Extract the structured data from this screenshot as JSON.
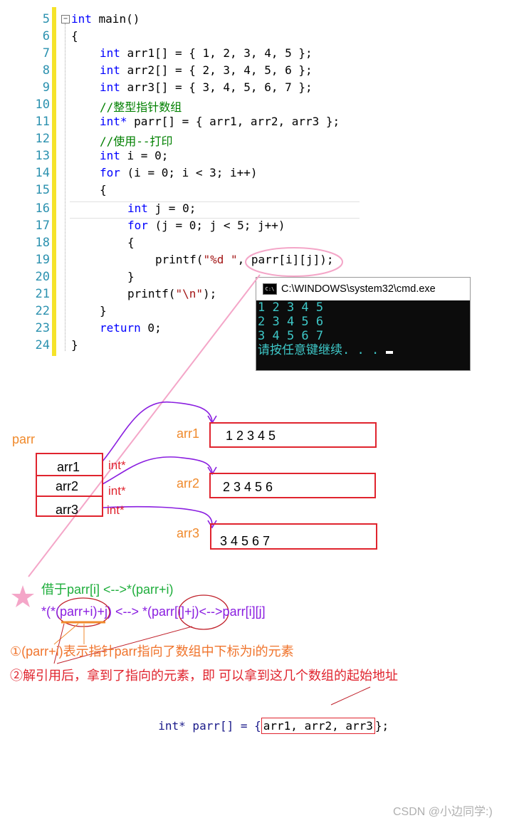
{
  "editor": {
    "line_numbers": [
      "5",
      "6",
      "7",
      "8",
      "9",
      "10",
      "11",
      "12",
      "13",
      "14",
      "15",
      "16",
      "17",
      "18",
      "19",
      "20",
      "21",
      "22",
      "23",
      "24"
    ],
    "collapse_glyph": "−",
    "tokens": {
      "int": "int",
      "main_sig": " main()",
      "open": "{",
      "close": "}",
      "arr1_decl": " arr1[] = { 1, 2, 3, 4, 5 };",
      "arr2_decl": " arr2[] = { 2, 3, 4, 5, 6 };",
      "arr3_decl": " arr3[] = { 3, 4, 5, 6, 7 };",
      "comment1": "//整型指针数组",
      "parr_type": "int*",
      "parr_decl": " parr[] = { arr1, arr2, arr3 };",
      "comment2": "//使用--打印",
      "i_decl": " i = 0;",
      "for": "for",
      "for_i": " (i = 0; i < 3; i++)",
      "j_decl": " j = 0;",
      "for_j": " (j = 0; j < 5; j++)",
      "printf1_a": "printf(",
      "printf1_str": "\"%d \"",
      "printf1_b": ", parr[i][j]);",
      "printf2_a": "printf(",
      "printf2_str": "\"\\n\"",
      "printf2_b": ");",
      "return": "return",
      "return_val": " 0;"
    }
  },
  "cmd": {
    "icon": "C:\\",
    "title": "C:\\WINDOWS\\system32\\cmd.exe",
    "lines": [
      "1 2 3 4 5",
      "2 3 4 5 6",
      "3 4 5 6 7"
    ],
    "prompt": "请按任意键继续. . ."
  },
  "diagram": {
    "parr_label": "parr",
    "parr_cells": [
      "arr1",
      "arr2",
      "arr3"
    ],
    "type_labels": [
      "int*",
      "int*",
      "int*"
    ],
    "array_labels": [
      "arr1",
      "arr2",
      "arr3"
    ],
    "array_values": [
      "1 2 3 4 5",
      "2 3 4 5 6",
      "3 4 5 6 7"
    ]
  },
  "notes": {
    "borrow": "借于parr[i] <-->*(parr+i)",
    "equiv_a": "*(*(parr+i)+j) <--> *(parr[i]+j)<-->parr[i][j]",
    "note1": "①(parr+i)表示指针parr指向了数组中下标为i的元素",
    "note2": "②解引用后，拿到了指向的元素，即 可以拿到这几个数组的起始地址",
    "code_line_a": "int* parr[] = {",
    "code_line_b": "arr1, arr2, arr3",
    "code_line_c": "};"
  },
  "watermark": "CSDN @小边同学:)",
  "colors": {
    "keyword": "#0000ff",
    "comment": "#008000",
    "string": "#a31515",
    "line_number": "#2b91af",
    "box_red": "#e0242e",
    "label_orange": "#f08a2c",
    "arrow_purple": "#8a1ee0",
    "pink": "#f4a6c8",
    "console_text": "#3ec8c8"
  }
}
